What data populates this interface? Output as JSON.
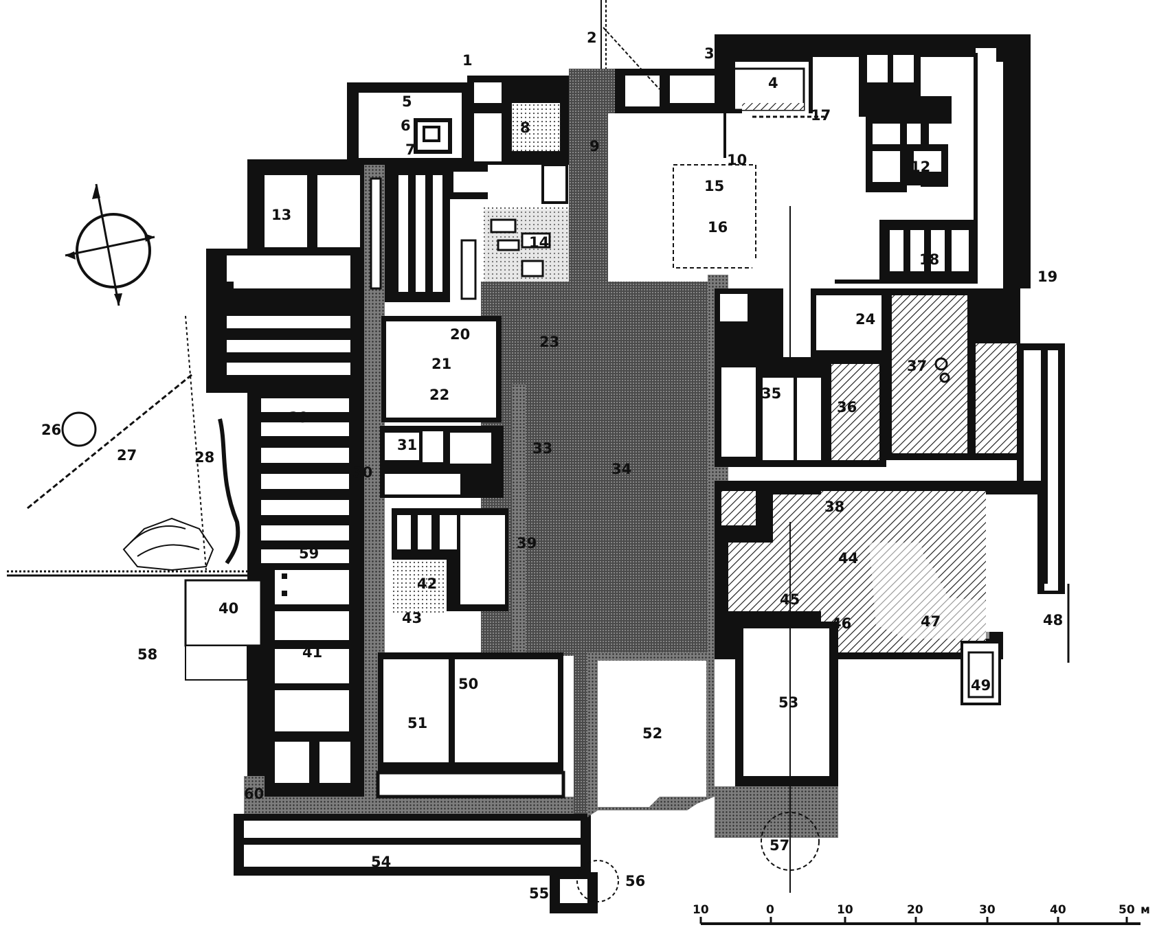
{
  "plan": {
    "colors": {
      "ink": "#111111",
      "paper": "#ffffff",
      "court": "#3f3f3f",
      "corridor": "#8a8a8a",
      "hatch": "#111111"
    },
    "compass": {
      "icon": "north-arrow-compass-icon"
    },
    "room_labels": {
      "r1": "1",
      "r2": "2",
      "r3": "3",
      "r4": "4",
      "r5": "5",
      "r6": "6",
      "r7": "7",
      "r8": "8",
      "r9": "9",
      "r10": "10",
      "r12": "12",
      "r13": "13",
      "r14": "14",
      "r15": "15",
      "r16": "16",
      "r17": "17",
      "r18": "18",
      "r19": "19",
      "r20": "20",
      "r21": "21",
      "r22": "22",
      "r23": "23",
      "r24": "24",
      "r26": "26",
      "r27": "27",
      "r28": "28",
      "r29": "29",
      "r30": "30",
      "r31": "31",
      "r33": "33",
      "r34": "34",
      "r35": "35",
      "r36": "36",
      "r37": "37",
      "r38": "38",
      "r39": "39",
      "r40": "40",
      "r41": "41",
      "r42": "42",
      "r43": "43",
      "r44": "44",
      "r45": "45",
      "r46": "46",
      "r47": "47",
      "r48": "48",
      "r49": "49",
      "r50": "50",
      "r51": "51",
      "r52": "52",
      "r53": "53",
      "r54": "54",
      "r55": "55",
      "r56": "56",
      "r57": "57",
      "r58": "58",
      "r59": "59",
      "r60": "60"
    },
    "scale_bar": {
      "ticks": [
        "10",
        "0",
        "10",
        "20",
        "30",
        "40",
        "50"
      ],
      "unit": "м"
    }
  }
}
